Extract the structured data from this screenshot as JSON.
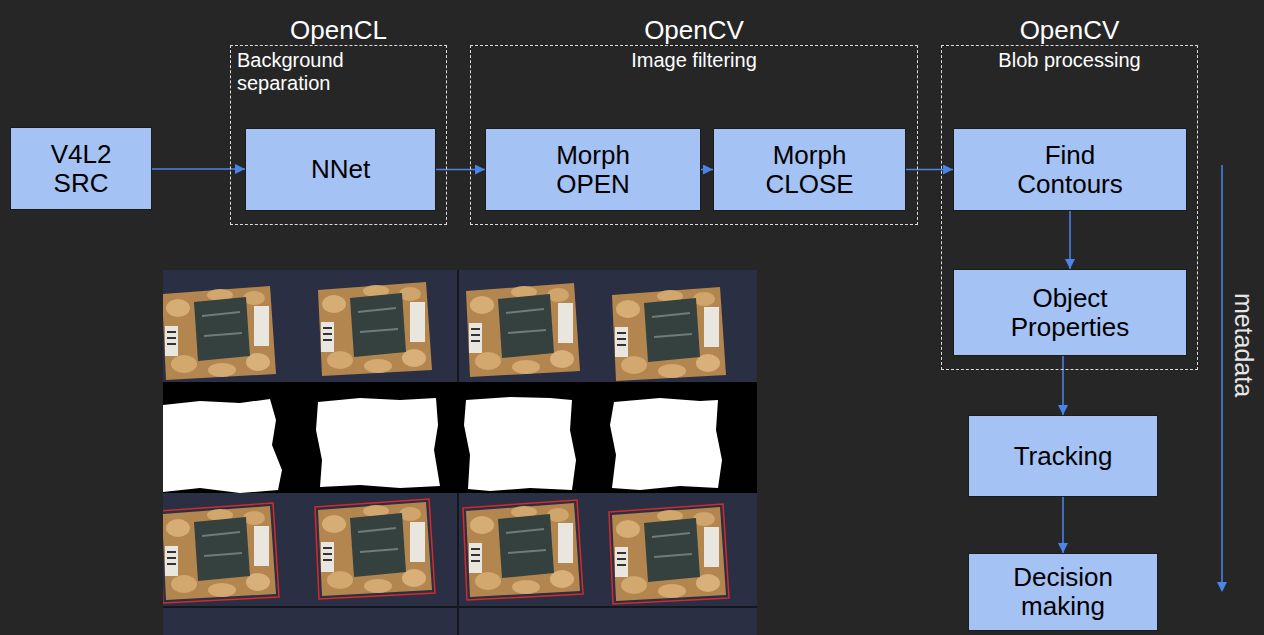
{
  "diagram": {
    "nodes": [
      {
        "text": [
          "V4L2 SRC"
        ]
      },
      {
        "text": [
          "OpenCL",
          "Background separation"
        ]
      },
      {
        "text": [
          "NNet"
        ],
        "in": 1
      },
      {
        "text": [
          "OpenCV",
          "Image filtering"
        ]
      },
      {
        "text": [
          "Morph OPEN"
        ],
        "in": 3
      },
      {
        "text": [
          "Morph CLOSE"
        ],
        "in": 3
      },
      {
        "text": [
          "OpenCV",
          "Blob processing"
        ]
      },
      {
        "text": [
          "Find Contours"
        ],
        "in": 6
      },
      {
        "text": [
          "Object Properties"
        ],
        "in": 6
      },
      {
        "text": [
          "Tracking"
        ]
      },
      {
        "text": [
          "Decision making"
        ]
      }
    ],
    "edges": [
      {
        "from": 0,
        "to": 2,
        "arrow": "to"
      },
      {
        "from": 2,
        "to": 4,
        "arrow": "to"
      },
      {
        "from": 4,
        "to": 5,
        "arrow": "to"
      },
      {
        "from": 5,
        "to": 7,
        "arrow": "to"
      },
      {
        "from": 7,
        "to": 8,
        "arrow": "to"
      },
      {
        "from": 8,
        "to": 9,
        "arrow": "to"
      },
      {
        "from": 9,
        "to": 10,
        "arrow": "to"
      }
    ],
    "labels": [
      "metadata"
    ]
  }
}
